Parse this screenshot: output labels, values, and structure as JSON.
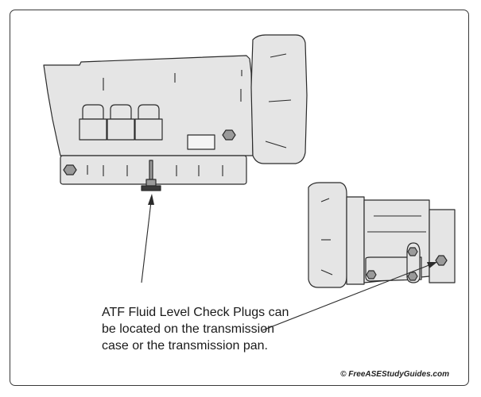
{
  "caption": {
    "lines": [
      "ATF Fluid Level Check Plugs can",
      "be located on the transmission",
      "case or the transmission pan."
    ]
  },
  "copyright": "© FreeASEStudyGuides.com",
  "colors": {
    "body_fill": "#e5e5e5",
    "stroke": "#2b2b2b",
    "bolt_fill": "#9a9a9a",
    "frame_border": "#3a3a3a"
  }
}
